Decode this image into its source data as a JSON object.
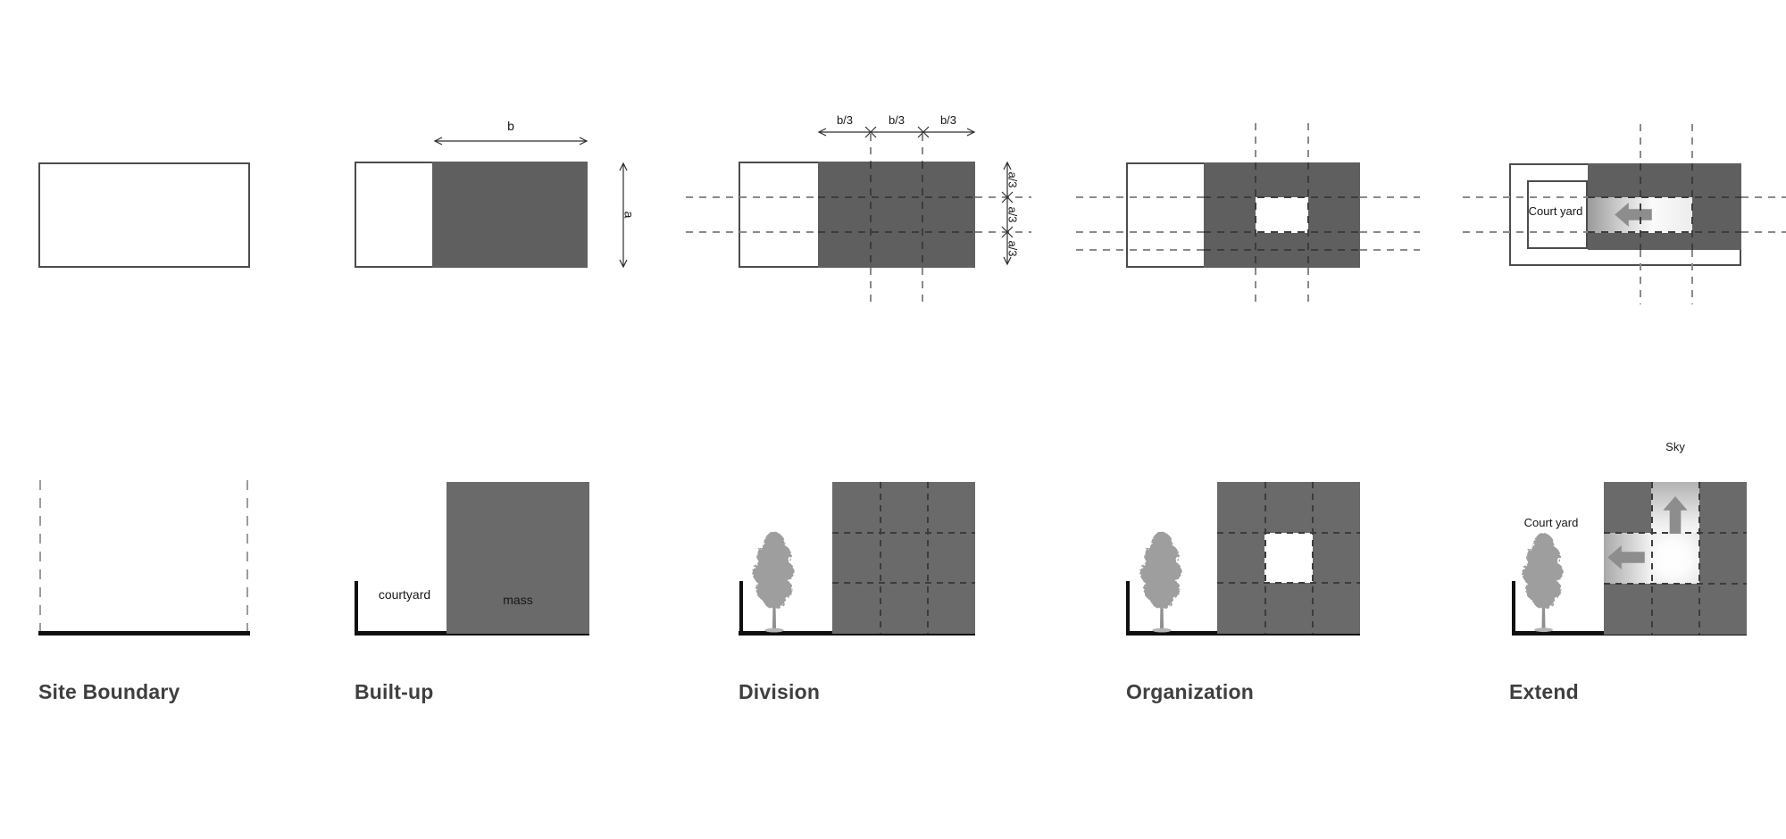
{
  "columns": [
    {
      "id": "site-boundary",
      "caption": "Site Boundary"
    },
    {
      "id": "built-up",
      "caption": "Built-up",
      "plan": {
        "width_label": "b",
        "height_label": "a"
      },
      "section": {
        "courtyard_label": "courtyard",
        "mass_label": "mass"
      }
    },
    {
      "id": "division",
      "caption": "Division",
      "plan": {
        "width_thirds": [
          "b/3",
          "b/3",
          "b/3"
        ],
        "height_thirds": [
          "a/3",
          "a/3",
          "a/3"
        ]
      }
    },
    {
      "id": "organization",
      "caption": "Organization"
    },
    {
      "id": "extend",
      "caption": "Extend",
      "plan": {
        "courtyard_label": "Court yard"
      },
      "section": {
        "courtyard_label": "Court yard",
        "sky_label": "Sky"
      }
    }
  ],
  "colors": {
    "plan_mass": "#5f5f5f",
    "section_mass": "#6a6a6a",
    "ground": "#101010",
    "tree": "#9e9e9e",
    "tree_trunk": "#8f8f8f",
    "dashed_line": "#8a8a8a",
    "grid_dash": "#3c3c3c",
    "block_arrow": "#8d8d8d",
    "outline": "#4c4c4c",
    "caption_text": "#3f3f3f",
    "dim_line": "#2e2e2e"
  }
}
